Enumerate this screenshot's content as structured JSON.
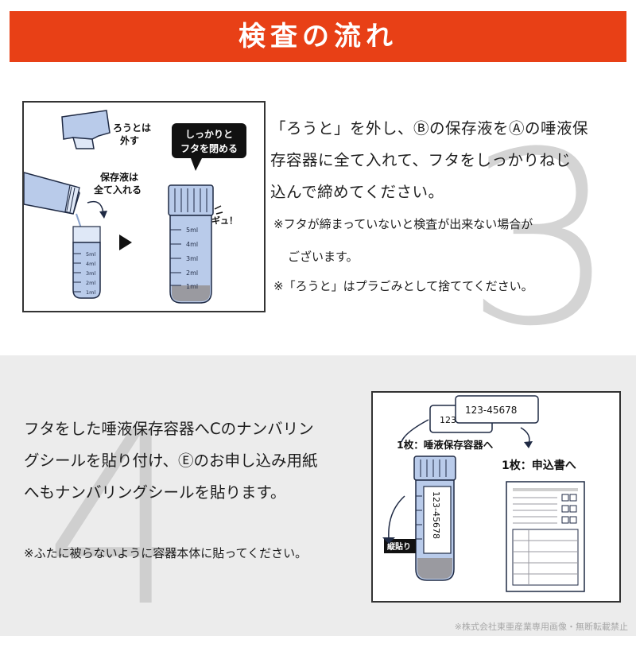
{
  "header": {
    "title": "検査の流れ"
  },
  "step3": {
    "number": "3",
    "lines": [
      "「ろうと」を外し、Ⓑの保存液をⒶの唾液保",
      "存容器に全て入れて、フタをしっかりねじ",
      "込んで締めてください。"
    ],
    "note1": "※フタが締まっていないと検査が出来ない場合が",
    "note1b": "ございます。",
    "note2": "※「ろうと」はプラごみとして捨ててください。",
    "illustration": {
      "funnel_label_1": "ろうとは",
      "funnel_label_2": "外す",
      "liquid_label_1": "保存液は",
      "liquid_label_2": "全て入れる",
      "bubble_1": "しっかりと",
      "bubble_2": "フタを閉める",
      "sfx": "ギュ！",
      "scale_small": [
        "5ml",
        "4ml",
        "3ml",
        "2ml",
        "1ml"
      ],
      "scale_large": [
        "5ml",
        "4ml",
        "3ml",
        "2ml",
        "1ml"
      ]
    }
  },
  "step4": {
    "number": "4",
    "lines": [
      "フタをした唾液保存容器へCのナンバリン",
      "グシールを貼り付け、Ⓔのお申し込み用紙",
      "へもナンバリングシールを貼ります。"
    ],
    "note": "※ふたに被らないように容器本体に貼ってください。",
    "illustration": {
      "sticker_back": "123-",
      "sticker_front": "123-45678",
      "label_tube": "1枚：唾液保存容器へ",
      "label_form": "1枚：申込書へ",
      "tube_sticker": "123-45678",
      "vertical_tag": "縦貼り"
    }
  },
  "footer": {
    "copyright": "※株式会社東亜産業専用画像・無断転載禁止"
  },
  "colors": {
    "banner": "#e84016",
    "tube": "#b9cbea",
    "numeral": "#cfcfcf"
  }
}
